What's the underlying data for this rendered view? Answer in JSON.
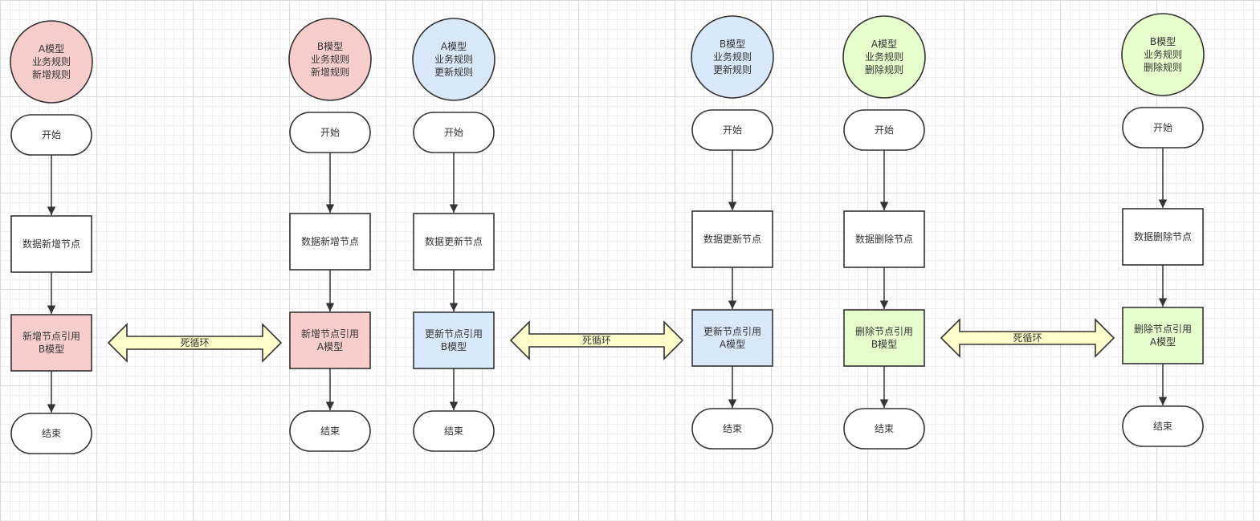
{
  "colors": {
    "create": "#f8cecc",
    "update": "#dae8fc",
    "delete": "#e6ffcc",
    "arrow_fill": "#ffffcc",
    "node_fill": "#ffffff",
    "stroke": "#333333"
  },
  "columns": [
    {
      "key": "a-create",
      "circle": [
        "A模型",
        "业务规则",
        "新增规则"
      ],
      "start": "开始",
      "process": "数据新增节点",
      "ref": [
        "新增节点引用",
        "B模型"
      ],
      "end": "结束",
      "color": "#f8cecc"
    },
    {
      "key": "b-create",
      "circle": [
        "B模型",
        "业务规则",
        "新增规则"
      ],
      "start": "开始",
      "process": "数据新增节点",
      "ref": [
        "新增节点引用",
        "A模型"
      ],
      "end": "结束",
      "color": "#f8cecc"
    },
    {
      "key": "a-update",
      "circle": [
        "A模型",
        "业务规则",
        "更新规则"
      ],
      "start": "开始",
      "process": "数据更新节点",
      "ref": [
        "更新节点引用",
        "B模型"
      ],
      "end": "结束",
      "color": "#dae8fc"
    },
    {
      "key": "b-update",
      "circle": [
        "B模型",
        "业务规则",
        "更新规则"
      ],
      "start": "开始",
      "process": "数据更新节点",
      "ref": [
        "更新节点引用",
        "A模型"
      ],
      "end": "结束",
      "color": "#dae8fc"
    },
    {
      "key": "a-delete",
      "circle": [
        "A模型",
        "业务规则",
        "删除规则"
      ],
      "start": "开始",
      "process": "数据删除节点",
      "ref": [
        "删除节点引用",
        "B模型"
      ],
      "end": "结束",
      "color": "#e6ffcc"
    },
    {
      "key": "b-delete",
      "circle": [
        "B模型",
        "业务规则",
        "删除规则"
      ],
      "start": "开始",
      "process": "数据删除节点",
      "ref": [
        "删除节点引用",
        "A模型"
      ],
      "end": "结束",
      "color": "#e6ffcc"
    }
  ],
  "loops": [
    {
      "key": "create-loop",
      "label": "死循环"
    },
    {
      "key": "update-loop",
      "label": "死循环"
    },
    {
      "key": "delete-loop",
      "label": "死循环"
    }
  ]
}
